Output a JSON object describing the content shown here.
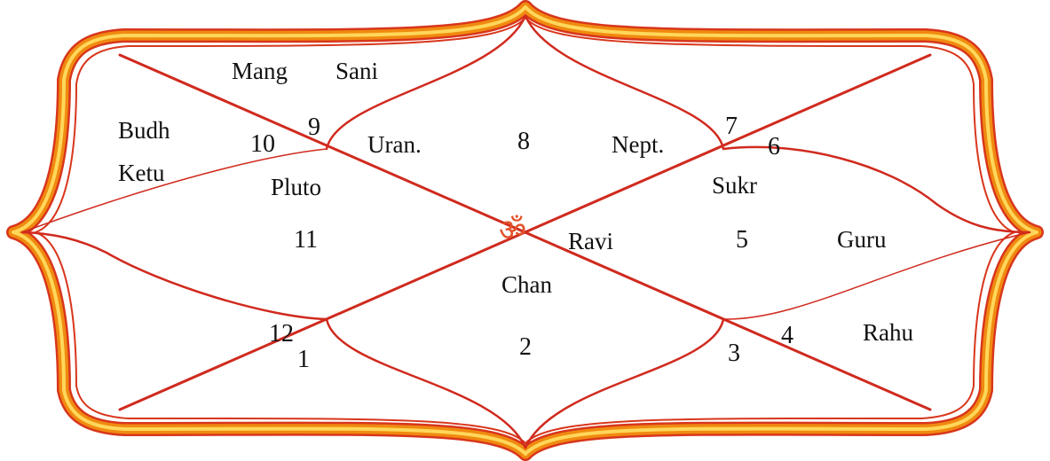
{
  "chart": {
    "center_symbol": "ॐ",
    "colors": {
      "frame_outer": "#f08a10",
      "frame_inner": "#ffd75a",
      "frame_edge": "#d8361c",
      "lines": "#d02a1e",
      "om": "#e2532a",
      "text": "#111111"
    },
    "house_numbers": [
      "1",
      "2",
      "3",
      "4",
      "5",
      "6",
      "7",
      "8",
      "9",
      "10",
      "11",
      "12"
    ],
    "planets": {
      "mang": "Mang",
      "sani": "Sani",
      "budh": "Budh",
      "ketu": "Ketu",
      "uran": "Uran.",
      "nept": "Nept.",
      "pluto": "Pluto",
      "sukr": "Sukr",
      "ravi": "Ravi",
      "guru": "Guru",
      "chan": "Chan",
      "rahu": "Rahu"
    }
  }
}
